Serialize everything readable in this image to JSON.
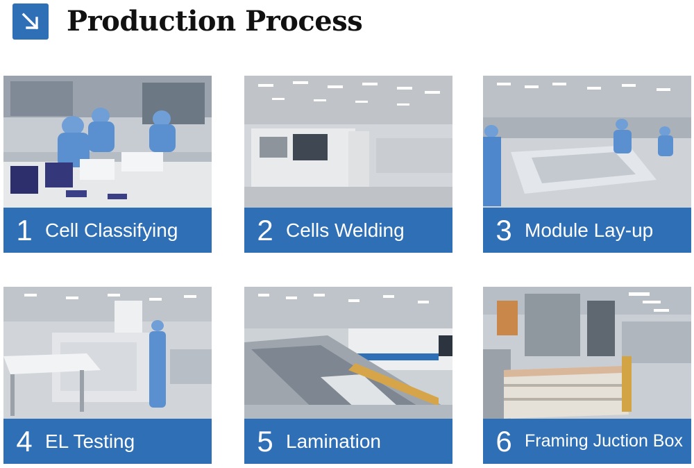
{
  "header": {
    "title": "Production Process",
    "icon": "arrow-down-right-icon",
    "accent_color": "#2f6fb6"
  },
  "steps": [
    {
      "number": "1",
      "label": "Cell Classifying"
    },
    {
      "number": "2",
      "label": "Cells Welding"
    },
    {
      "number": "3",
      "label": "Module Lay-up"
    },
    {
      "number": "4",
      "label": "EL Testing"
    },
    {
      "number": "5",
      "label": "Lamination"
    },
    {
      "number": "6",
      "label": "Framing Juction Box"
    }
  ]
}
